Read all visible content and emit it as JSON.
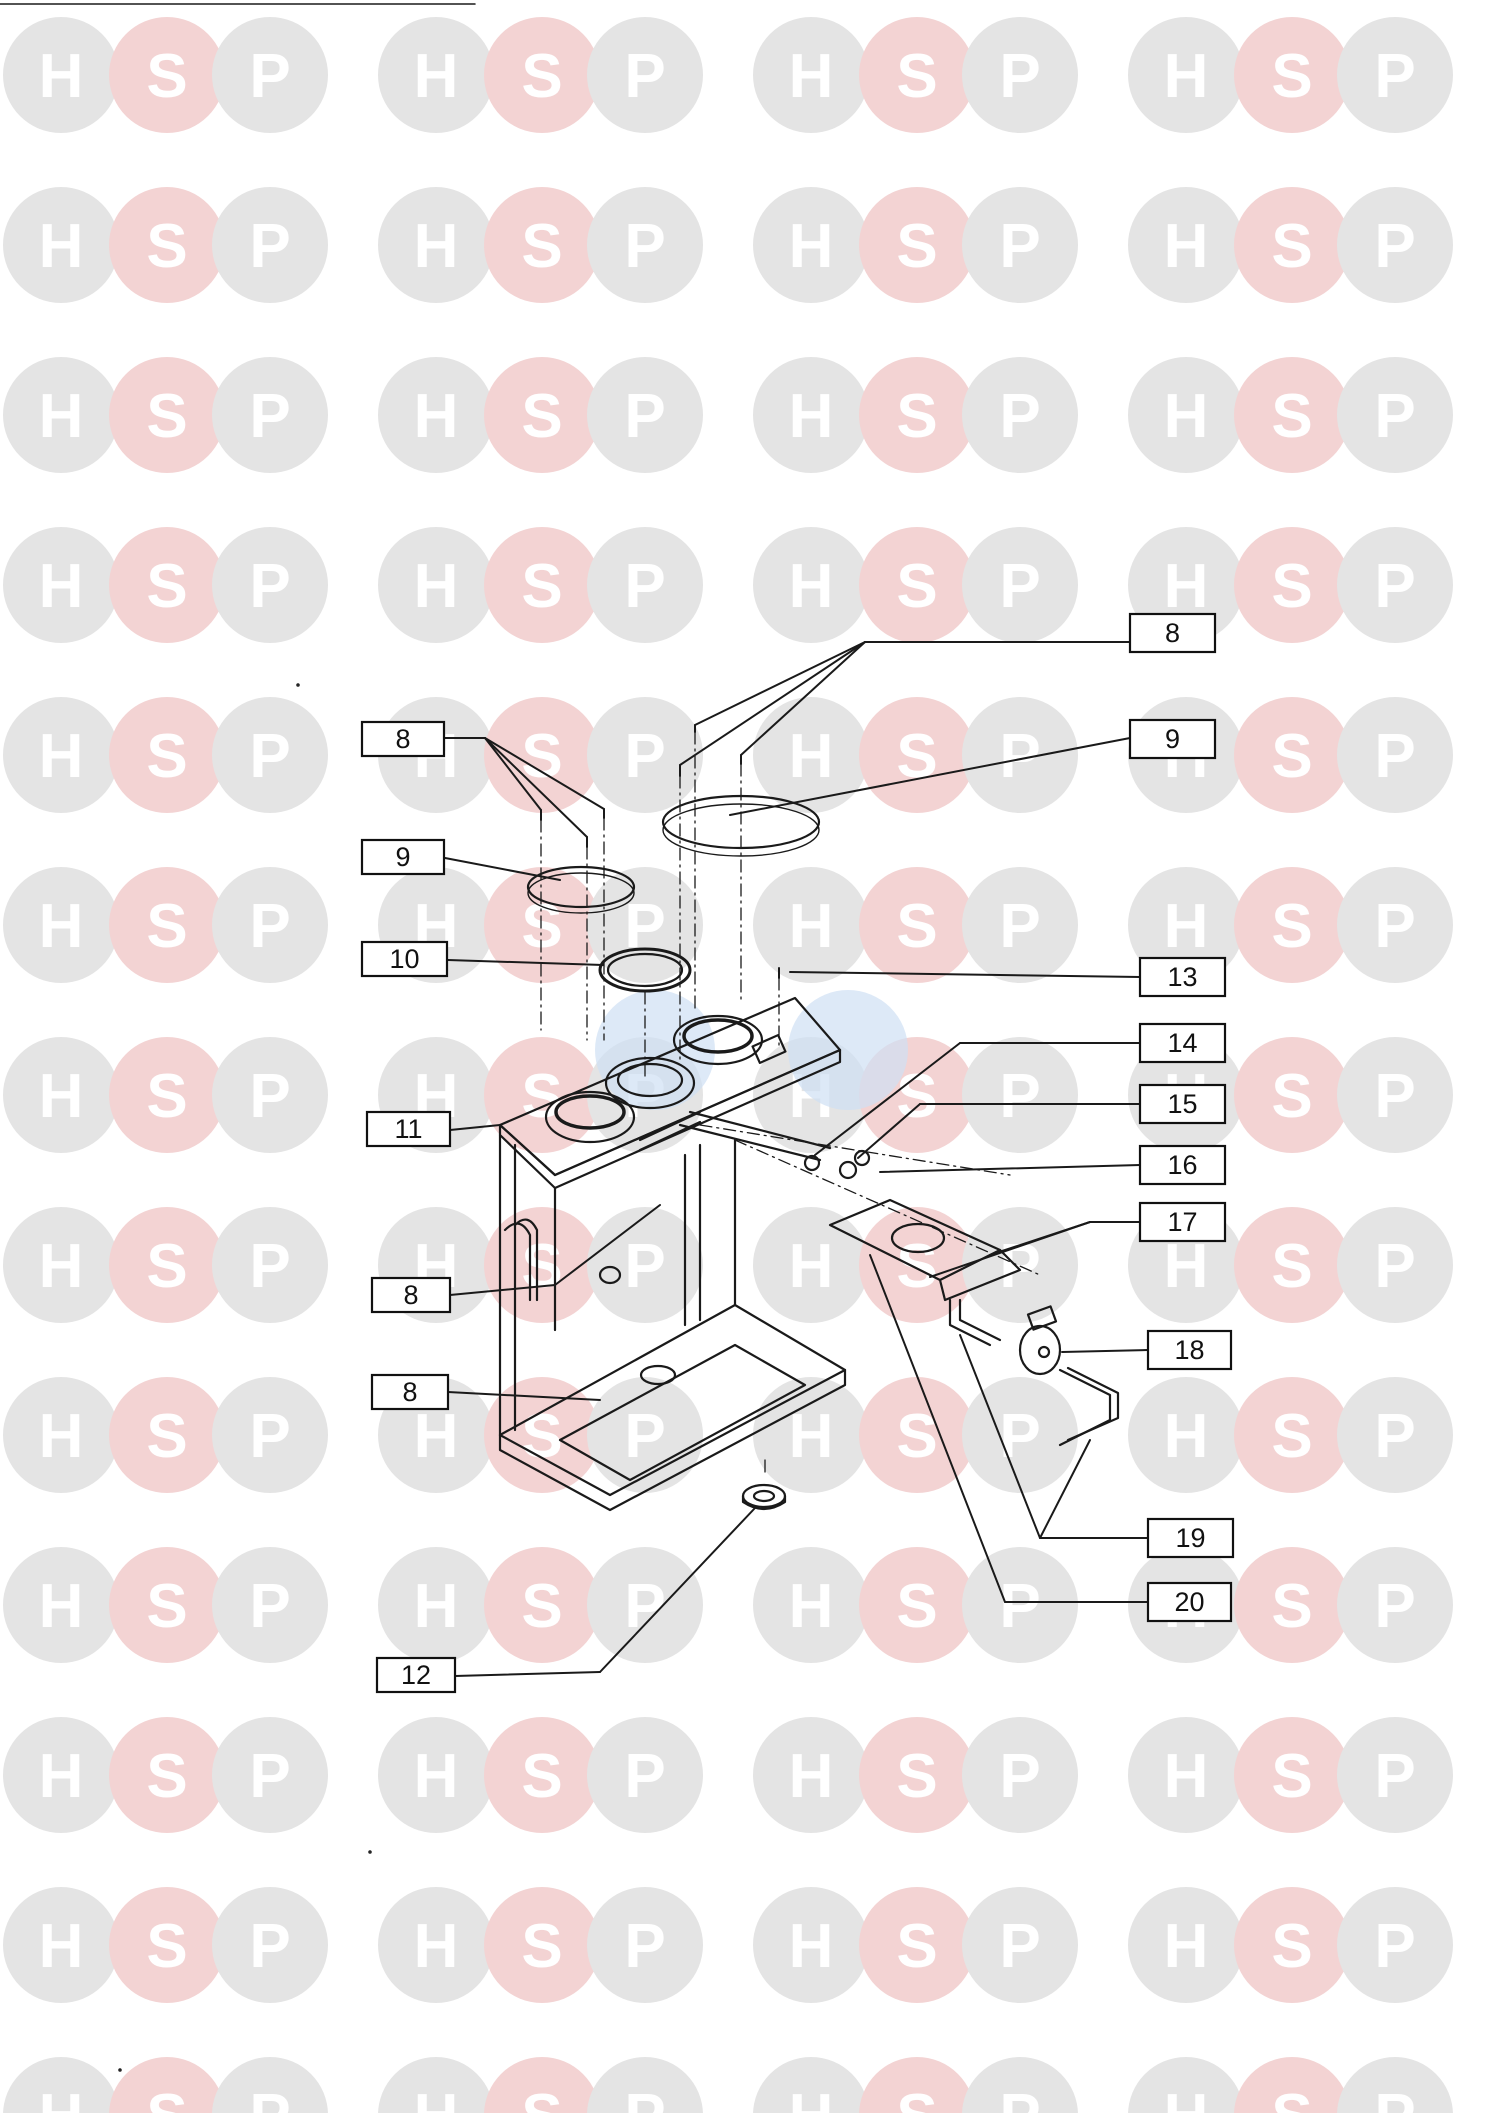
{
  "watermark": {
    "letters": [
      "H",
      "S",
      "P"
    ],
    "colors": {
      "H": "#e4e4e4",
      "S": "#f3d3d3",
      "P": "#e4e4e4",
      "text": "#ffffff"
    }
  },
  "callouts": [
    {
      "id": "c8a",
      "label": "8"
    },
    {
      "id": "c9a",
      "label": "9"
    },
    {
      "id": "c8b",
      "label": "8"
    },
    {
      "id": "c9b",
      "label": "9"
    },
    {
      "id": "c10",
      "label": "10"
    },
    {
      "id": "c13",
      "label": "13"
    },
    {
      "id": "c14",
      "label": "14"
    },
    {
      "id": "c15",
      "label": "15"
    },
    {
      "id": "c11",
      "label": "11"
    },
    {
      "id": "c16",
      "label": "16"
    },
    {
      "id": "c17",
      "label": "17"
    },
    {
      "id": "c8c",
      "label": "8"
    },
    {
      "id": "c18",
      "label": "18"
    },
    {
      "id": "c8d",
      "label": "8"
    },
    {
      "id": "c19",
      "label": "19"
    },
    {
      "id": "c20",
      "label": "20"
    },
    {
      "id": "c12",
      "label": "12"
    }
  ],
  "colors": {
    "line": "#1a1a1a",
    "box_border": "#111111",
    "box_fill": "#ffffff"
  }
}
